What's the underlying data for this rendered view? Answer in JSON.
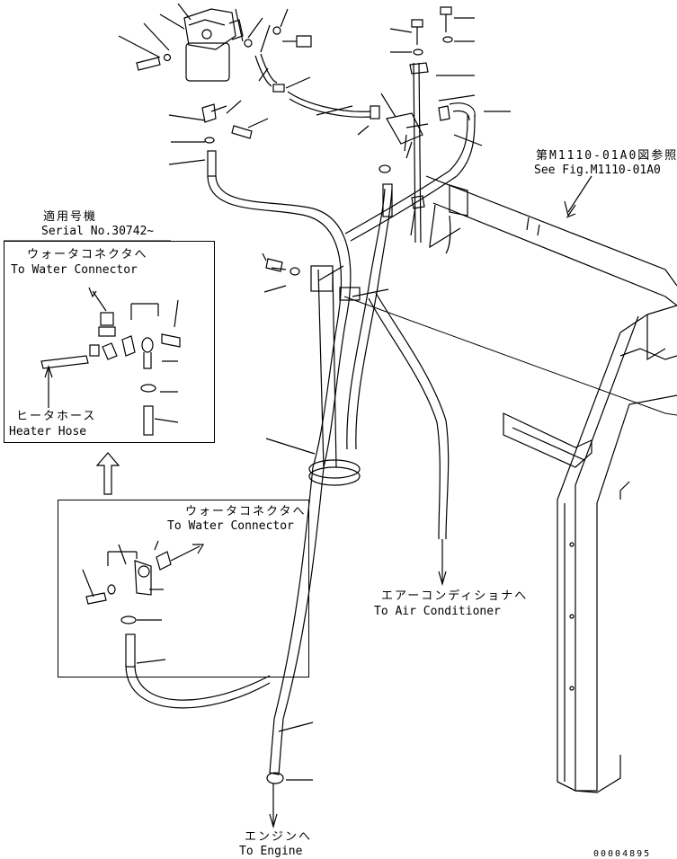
{
  "references": {
    "see_figure_jp": "第M1110-01A0図参照",
    "see_figure_en": "See Fig.M1110-01A0"
  },
  "serial_applicability": {
    "label_jp": "適用号機",
    "label_en": "Serial No.30742~"
  },
  "detail_upper": {
    "to_water_connector_jp": "ウォータコネクタへ",
    "to_water_connector_en": "To Water Connector",
    "heater_hose_jp": "ヒータホース",
    "heater_hose_en": "Heater Hose"
  },
  "detail_lower": {
    "to_water_connector_jp": "ウォータコネクタへ",
    "to_water_connector_en": "To Water Connector"
  },
  "destinations": {
    "air_conditioner_jp": "エアーコンディショナへ",
    "air_conditioner_en": "To Air Conditioner",
    "engine_jp": "エンジンへ",
    "engine_en": "To Engine"
  },
  "drawing_number": "00004895"
}
